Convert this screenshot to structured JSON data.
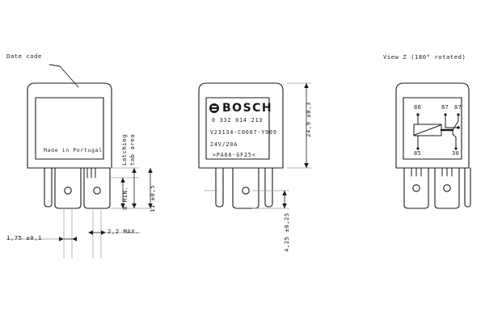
{
  "drawing": {
    "title_right_view": "View Z (180° rotated)",
    "callouts": {
      "date_code": "Date code",
      "latching_tab_area_line1": "Latching",
      "latching_tab_area_line2": "tab area"
    },
    "dimensions": {
      "pin_thickness": "1,75 ±0,1",
      "pin_width_max": "2,2 MAX.",
      "tab_min": "8 MIN.",
      "tab_total": "11 ±0,5",
      "body_height": "24,9 ±0,3",
      "terminal_offset": "4,25 ±0,25"
    },
    "label_plate": {
      "brand": "BOSCH",
      "part_number": "0 332 014 213",
      "type_code": "V23134-C0007-Y909",
      "rating": "24V/20A",
      "material": ">PA66-GF25<"
    },
    "housing_marking": "Made in Portugal",
    "terminals": {
      "top_left": "86",
      "top_mid": "87",
      "top_right": "87",
      "bottom_left": "85",
      "bottom_right": "30"
    },
    "colors": {
      "line": "#1a1a1a",
      "thin_line": "#8a8a8a",
      "background": "#ffffff"
    }
  }
}
